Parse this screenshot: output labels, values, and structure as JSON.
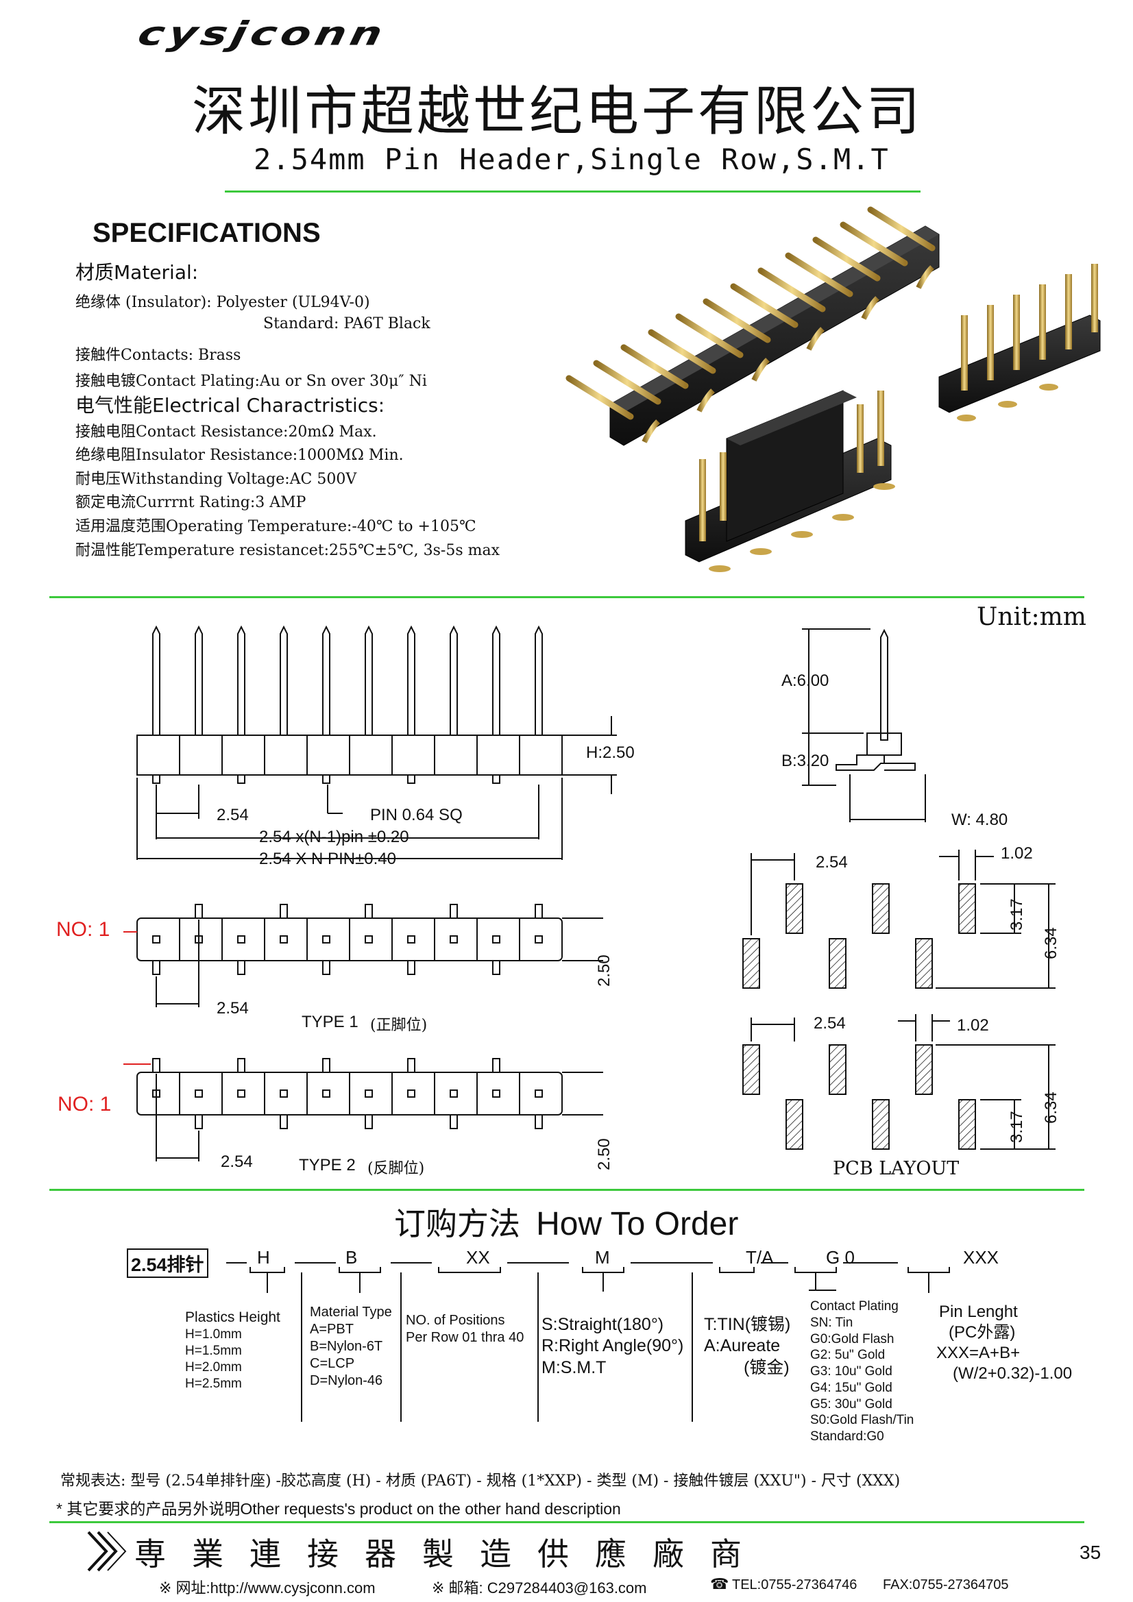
{
  "header": {
    "logo": "cysjconn",
    "company": "深圳市超越世纪电子有限公司",
    "subtitle": "2.54mm Pin Header,Single Row,S.M.T"
  },
  "specs": {
    "title": "SPECIFICATIONS",
    "material_heading": "材质Material:",
    "insulator": "绝缘体 (Insulator):  Polyester (UL94V-0)",
    "standard": "Standard: PA6T Black",
    "contacts": "接触件Contacts: Brass",
    "plating": "接触电镀Contact Plating:Au or Sn over 30μ″ Ni",
    "electrical_heading": "电气性能Electrical Charactristics:",
    "contact_resistance": "接触电阻Contact Resistance:20mΩ  Max.",
    "insulator_resistance": "绝缘电阻Insulator Resistance:1000MΩ  Min.",
    "voltage": "耐电压Withstanding Voltage:AC 500V",
    "current": "额定电流Currrnt Rating:3 AMP",
    "temperature": "适用温度范围Operating Temperature:-40℃  to +105℃",
    "temp_resistance": "耐温性能Temperature resistancet:255℃±5℃, 3s-5s max"
  },
  "drawing": {
    "unit": "Unit:mm",
    "h_label": "H:2.50",
    "pitch": "2.54",
    "pin_label": "PIN 0.64 SQ",
    "n1_label": "2.54  x(N-1)pin  ±0.20",
    "n_label": "2.54  X  N  PIN±0.40",
    "a_label": "A:6.00",
    "b_label": "B:3.20",
    "w_label": "W:  4.80",
    "no1": "NO: 1",
    "type1": "TYPE 1",
    "type1_cn": "(正脚位)",
    "type2": "TYPE 2",
    "type2_cn": "(反脚位)",
    "h250": "2.50",
    "pcb_254": "2.54",
    "pcb_102": "1.02",
    "pcb_317": "3.17",
    "pcb_634": "6.34",
    "pcb_title": "PCB LAYOUT"
  },
  "order": {
    "title_cn": "订购方法",
    "title_en": "How To Order",
    "code_box": "2.54排针",
    "codes": [
      "H",
      "B",
      "XX",
      "M",
      "T/A",
      "G 0",
      "XXX"
    ],
    "col_height": [
      "Plastics Height",
      "H=1.0mm",
      "H=1.5mm",
      "H=2.0mm",
      "H=2.5mm"
    ],
    "col_material": [
      "Material Type",
      "A=PBT",
      "B=Nylon-6T",
      "C=LCP",
      "D=Nylon-46"
    ],
    "col_positions": [
      "NO. of Positions",
      "Per Row  01 thra 40"
    ],
    "col_type": [
      "S:Straight(180°)",
      "R:Right Angle(90°)",
      "M:S.M.T"
    ],
    "col_ta": [
      "T:TIN(镀锡)",
      "A:Aureate",
      "(镀金)"
    ],
    "col_plating": [
      "Contact Plating",
      "SN: Tin",
      "G0:Gold Flash",
      "G2:  5u\" Gold",
      "G3: 10u\" Gold",
      "G4: 15u\" Gold",
      "G5: 30u\" Gold",
      "S0:Gold Flash/Tin",
      "Standard:G0"
    ],
    "col_length": [
      "Pin Lenght",
      "(PC外露)",
      "XXX=A+B+",
      "(W/2+0.32)-1.00"
    ],
    "example": "常规表达: 型号 (2.54单排针座) -胶芯高度 (H) - 材质 (PA6T) - 规格 (1*XXP) - 类型 (M) - 接触件镀层 (XXU\") - 尺寸 (XXX)",
    "note": "* 其它要求的产品另外说明Other requests's product on the other hand description"
  },
  "footer": {
    "slogan": "専業連接器製造供應廠商",
    "page": "35",
    "web": "※ 网址:http://www.cysjconn.com",
    "mail": "※ 邮箱:  C297284403@163.com",
    "tel": "TEL:0755-27364746",
    "fax": "FAX:0755-27364705"
  },
  "colors": {
    "rule": "#3cc93c",
    "red": "#e02020"
  }
}
